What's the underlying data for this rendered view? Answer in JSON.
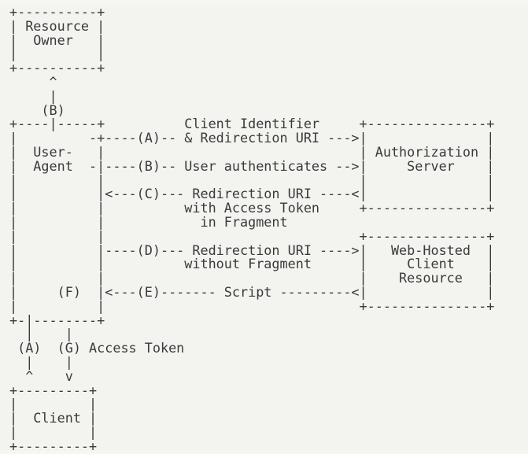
{
  "page": {
    "colors": {
      "background": "#f3f3f0",
      "text": "#3a3a3a"
    }
  },
  "diagram": {
    "lines": [
      "+----------+",
      "| Resource |",
      "|  Owner   |",
      "|          |",
      "+----------+",
      "     ^",
      "     |",
      "    (B)",
      "+----|-----+          Client Identifier     +---------------+",
      "|         -+----(A)-- & Redirection URI --->|               |",
      "|  User-   |                                | Authorization |",
      "|  Agent  -|----(B)-- User authenticates -->|     Server    |",
      "|          |                                |               |",
      "|          |<---(C)--- Redirection URI ----<|               |",
      "|          |          with Access Token     +---------------+",
      "|          |            in Fragment",
      "|          |                                +---------------+",
      "|          |----(D)--- Redirection URI ---->|   Web-Hosted  |",
      "|          |          without Fragment      |     Client    |",
      "|          |                                |    Resource   |",
      "|     (F)  |<---(E)------- Script ---------<|               |",
      "|          |                                +---------------+",
      "+-|--------+",
      "  |    |",
      " (A)  (G) Access Token",
      "  |    |",
      "  ^    v",
      "+---------+",
      "|         |",
      "|  Client |",
      "|         |",
      "+---------+"
    ],
    "nodes": [
      "Resource Owner",
      "User-Agent",
      "Authorization Server",
      "Web-Hosted Client Resource",
      "Client"
    ],
    "flow_steps": [
      {
        "step": "(A)",
        "text": "Client Identifier & Redirection URI"
      },
      {
        "step": "(B)",
        "text": "User authenticates"
      },
      {
        "step": "(C)",
        "text": "Redirection URI with Access Token in Fragment"
      },
      {
        "step": "(D)",
        "text": "Redirection URI without Fragment"
      },
      {
        "step": "(E)",
        "text": "Script"
      },
      {
        "step": "(F)",
        "text": ""
      },
      {
        "step": "(G)",
        "text": "Access Token"
      }
    ]
  }
}
